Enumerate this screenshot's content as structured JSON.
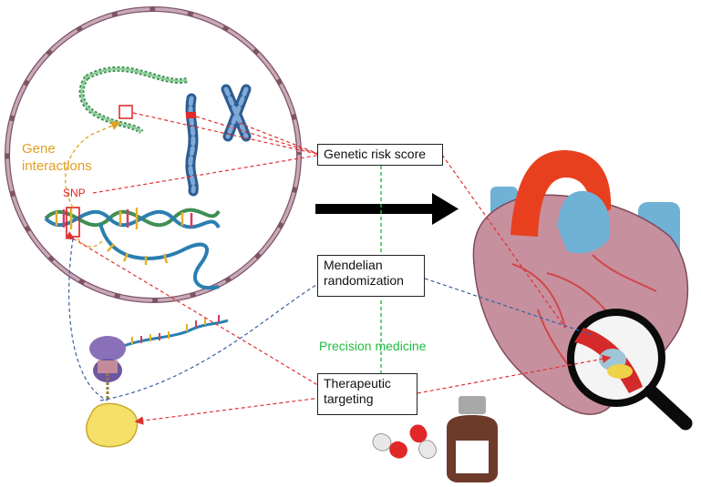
{
  "labels": {
    "gene_interactions": [
      "Gene",
      "interactions"
    ],
    "snp": "SNP",
    "genetic_risk_score": "Genetic risk score",
    "mendelian_randomization": [
      "Mendelian",
      "randomization"
    ],
    "therapeutic_targeting": [
      "Therapeutic",
      "targeting"
    ],
    "precision_medicine": "Precision medicine"
  },
  "colors": {
    "cell_membrane": "#b99aa8",
    "annotation_orange": "#e0a020",
    "annotation_red": "#e02020",
    "annotation_green": "#22bb44",
    "link_red_dashed": "#e03030",
    "link_blue_dashed": "#3a5fa0",
    "precision_line": "#22bb44",
    "arrow": "#000000"
  },
  "icons": [
    "nucleus-circle",
    "chromatin-strand",
    "chromosome-pair",
    "dna-double-helix",
    "ribosome-mrna",
    "protein-blob",
    "heart",
    "magnifying-glass",
    "pill-capsules",
    "medicine-bottle"
  ]
}
